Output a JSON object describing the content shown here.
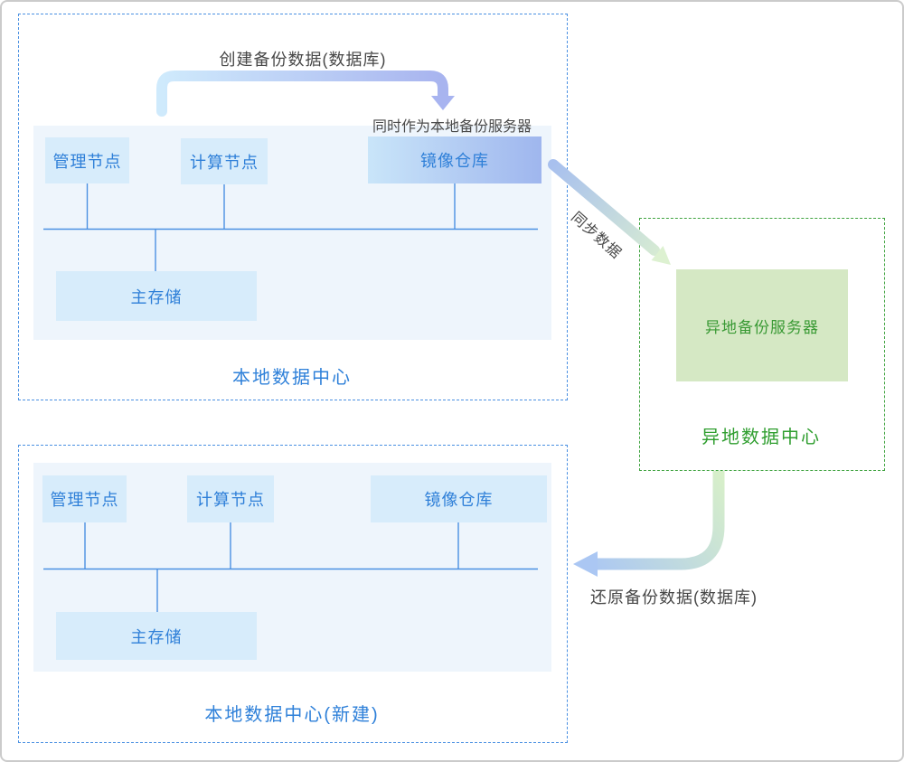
{
  "top_dc": {
    "title": "本地数据中心",
    "mgmt_node": "管理节点",
    "compute_node": "计算节点",
    "registry": "镜像仓库",
    "storage": "主存储",
    "registry_note": "同时作为本地备份服务器"
  },
  "bottom_dc": {
    "title": "本地数据中心(新建)",
    "mgmt_node": "管理节点",
    "compute_node": "计算节点",
    "registry": "镜像仓库",
    "storage": "主存储"
  },
  "remote_dc": {
    "title": "异地数据中心",
    "server": "异地备份服务器"
  },
  "arrows": {
    "create_backup": "创建备份数据(数据库)",
    "sync": "同步数据",
    "restore": "还原备份数据(数据库)"
  },
  "colors": {
    "blue_dashed_border": "#4a90e2",
    "green_dashed_border": "#3fa33f",
    "blue_text": "#2e7fd8",
    "green_text": "#2f9e2f",
    "node_fill": "#d7ecfb",
    "panel_fill": "#eef5fc",
    "remote_server_fill": "#d5e8c4",
    "registry_gradient_start": "#c9e5f9",
    "registry_gradient_end": "#9fb6ee",
    "arrow_blue": "#a8b4ef",
    "arrow_light_blue": "#cfeafc",
    "arrow_green": "#dcf0d0",
    "label_text": "#474747"
  }
}
